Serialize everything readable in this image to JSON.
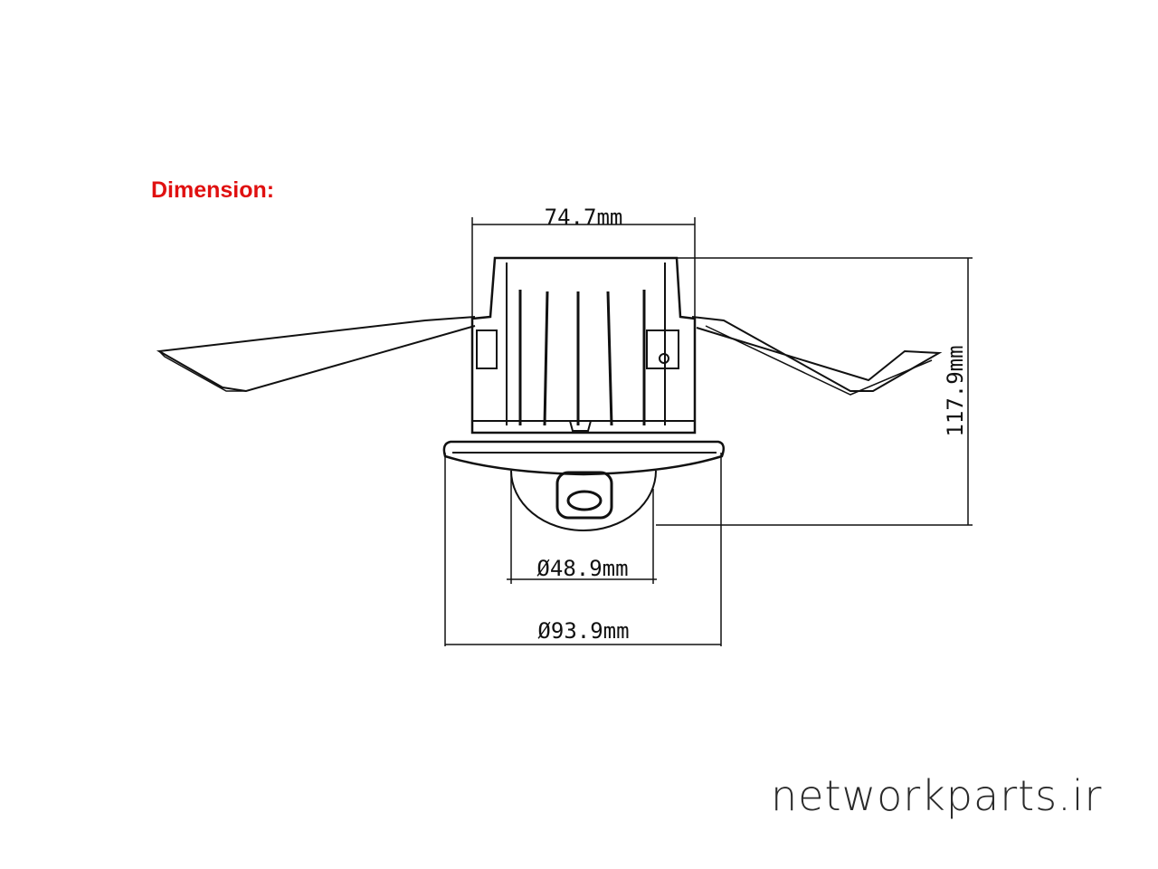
{
  "title": "Dimension:",
  "dimensions": {
    "width": "74.7mm",
    "height": "117.9mm",
    "dome_diameter": "Ø48.9mm",
    "flange_diameter": "Ø93.9mm"
  },
  "watermark": "networkparts.ir",
  "colors": {
    "title": "#e01010",
    "lines": "#111111"
  }
}
